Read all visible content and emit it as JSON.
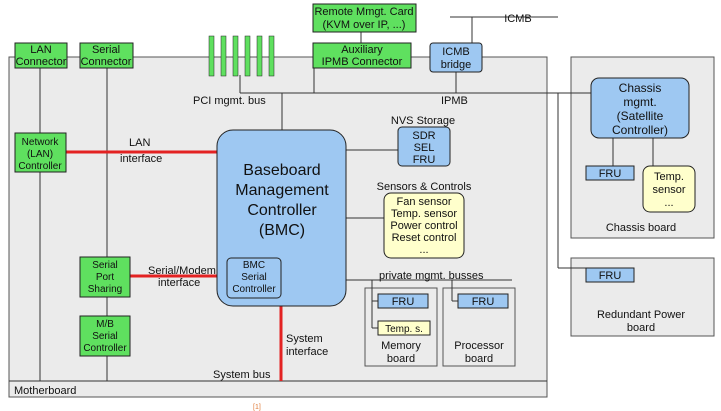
{
  "labels": {
    "remote_card": [
      "Remote Mmgt. Card",
      "(KVM over IP, ...)"
    ],
    "icmb_top": "ICMB",
    "lan_connector": [
      "LAN",
      "Connector"
    ],
    "serial_connector": [
      "Serial",
      "Connector"
    ],
    "auxiliary_ipmb": [
      "Auxiliary",
      "IPMB Connector"
    ],
    "icmb_bridge": [
      "ICMB",
      "bridge"
    ],
    "pci_bus": "PCI mgmt. bus",
    "ipmb": "IPMB",
    "network_controller": [
      "Network",
      "(LAN)",
      "Controller"
    ],
    "lan_interface": [
      "LAN",
      "interface"
    ],
    "bmc": [
      "Baseboard",
      "Management",
      "Controller",
      "(BMC)"
    ],
    "nvs_storage": "NVS Storage",
    "nvs_items": [
      "SDR",
      "SEL",
      "FRU"
    ],
    "sensors_title": "Sensors & Controls",
    "sensors_items": [
      "Fan sensor",
      "Temp. sensor",
      "Power control",
      "Reset control",
      "..."
    ],
    "bmc_serial": [
      "BMC",
      "Serial",
      "Controller"
    ],
    "serial_port_sharing": [
      "Serial",
      "Port",
      "Sharing"
    ],
    "serial_modem": [
      "Serial/Modem",
      "interface"
    ],
    "mb_serial": [
      "M/B",
      "Serial",
      "Controller"
    ],
    "private_busses": "private mgmt. busses",
    "fru": "FRU",
    "temp_s": "Temp. s.",
    "memory_board": [
      "Memory",
      "board"
    ],
    "processor_board": [
      "Processor",
      "board"
    ],
    "system_interface": [
      "System",
      "interface"
    ],
    "system_bus": "System bus",
    "motherboard": "Motherboard",
    "chassis_mgmt": [
      "Chassis",
      "mgmt.",
      "(Satellite",
      "Controller)"
    ],
    "chassis_temp": [
      "Temp.",
      "sensor",
      "..."
    ],
    "chassis_board": "Chassis board",
    "redundant_power": [
      "Redundant Power",
      "board"
    ],
    "footnote": "[1]"
  },
  "colors": {
    "green": "#5fe05f",
    "blue": "#9ec8f2",
    "cream": "#ffffcc",
    "red_bus": "#e32222",
    "board_bg": "#ebebeb"
  }
}
